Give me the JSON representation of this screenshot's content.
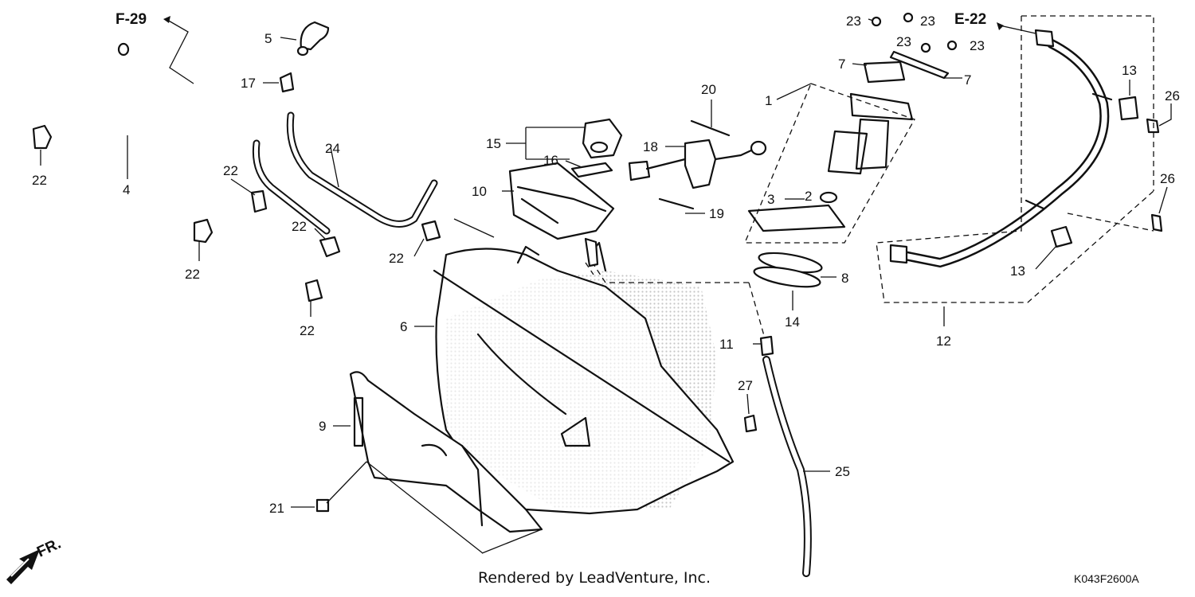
{
  "diagram": {
    "callouts": [
      {
        "id": "c1",
        "label": "1"
      },
      {
        "id": "c2",
        "label": "2"
      },
      {
        "id": "c3",
        "label": "3"
      },
      {
        "id": "c4",
        "label": "4"
      },
      {
        "id": "c5",
        "label": "5"
      },
      {
        "id": "c6",
        "label": "6"
      },
      {
        "id": "c7a",
        "label": "7"
      },
      {
        "id": "c7b",
        "label": "7"
      },
      {
        "id": "c8",
        "label": "8"
      },
      {
        "id": "c9",
        "label": "9"
      },
      {
        "id": "c10",
        "label": "10"
      },
      {
        "id": "c11",
        "label": "11"
      },
      {
        "id": "c12",
        "label": "12"
      },
      {
        "id": "c13a",
        "label": "13"
      },
      {
        "id": "c13b",
        "label": "13"
      },
      {
        "id": "c14",
        "label": "14"
      },
      {
        "id": "c15",
        "label": "15"
      },
      {
        "id": "c16",
        "label": "16"
      },
      {
        "id": "c17",
        "label": "17"
      },
      {
        "id": "c18",
        "label": "18"
      },
      {
        "id": "c19",
        "label": "19"
      },
      {
        "id": "c20",
        "label": "20"
      },
      {
        "id": "c21",
        "label": "21"
      },
      {
        "id": "c22a",
        "label": "22"
      },
      {
        "id": "c22b",
        "label": "22"
      },
      {
        "id": "c22c",
        "label": "22"
      },
      {
        "id": "c22d",
        "label": "22"
      },
      {
        "id": "c22e",
        "label": "22"
      },
      {
        "id": "c22f",
        "label": "22"
      },
      {
        "id": "c23a",
        "label": "23"
      },
      {
        "id": "c23b",
        "label": "23"
      },
      {
        "id": "c23c",
        "label": "23"
      },
      {
        "id": "c23d",
        "label": "23"
      },
      {
        "id": "c24",
        "label": "24"
      },
      {
        "id": "c25",
        "label": "25"
      },
      {
        "id": "c26a",
        "label": "26"
      },
      {
        "id": "c26b",
        "label": "26"
      },
      {
        "id": "c27",
        "label": "27"
      }
    ],
    "references": {
      "f29": "F-29",
      "e22": "E-22"
    },
    "direction": "FR.",
    "footer": "Rendered by LeadVenture, Inc.",
    "code": "K043F2600A"
  }
}
